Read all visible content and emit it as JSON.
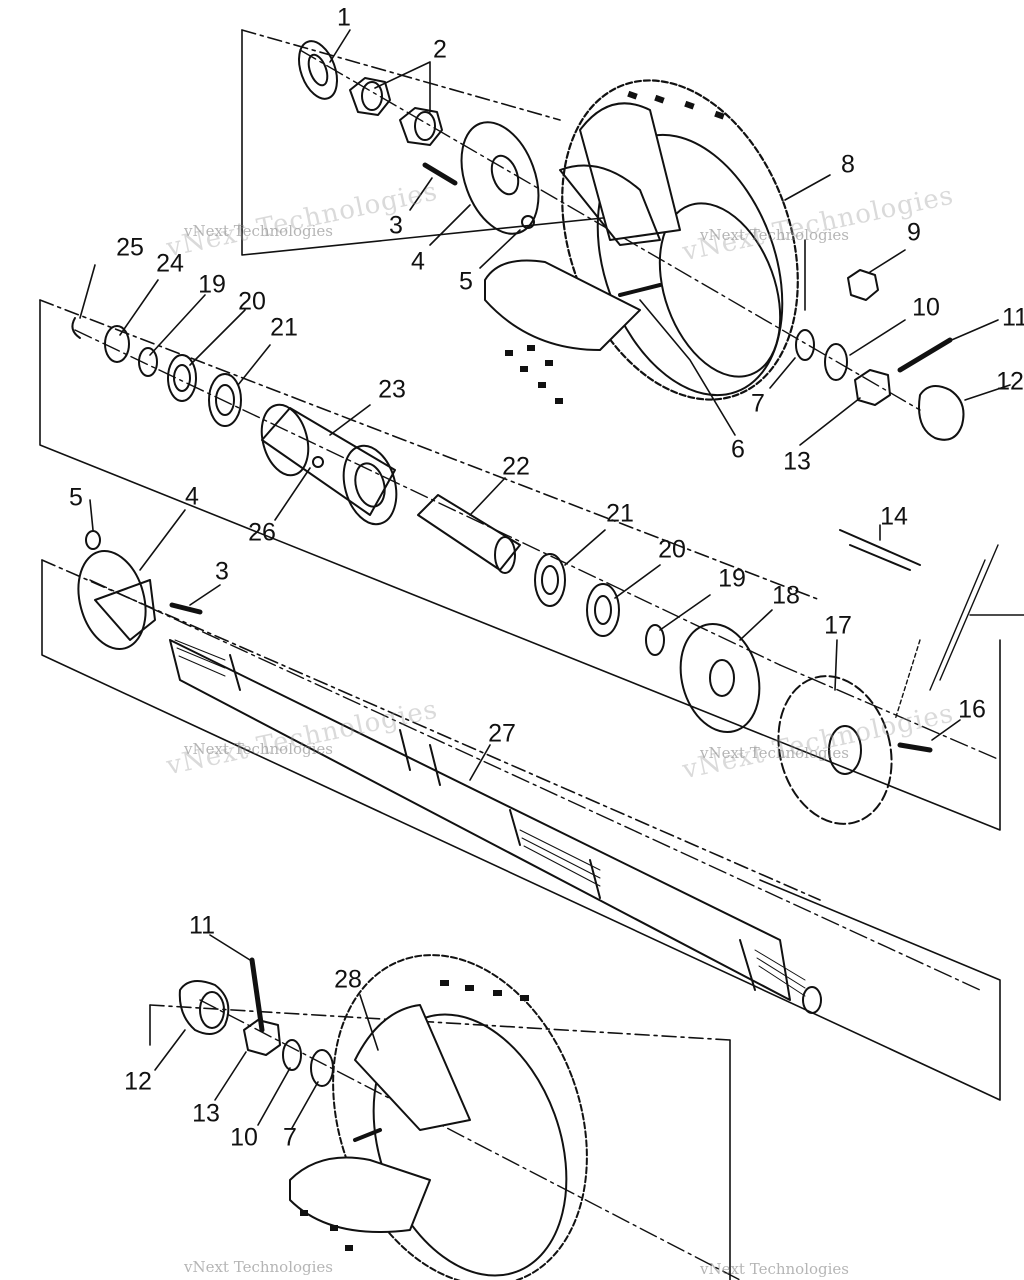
{
  "diagram": {
    "callouts": [
      {
        "id": "c1",
        "text": "1"
      },
      {
        "id": "c2",
        "text": "2"
      },
      {
        "id": "c3a",
        "text": "3"
      },
      {
        "id": "c4a",
        "text": "4"
      },
      {
        "id": "c5a",
        "text": "5"
      },
      {
        "id": "c6",
        "text": "6"
      },
      {
        "id": "c7a",
        "text": "7"
      },
      {
        "id": "c8",
        "text": "8"
      },
      {
        "id": "c9",
        "text": "9"
      },
      {
        "id": "c10a",
        "text": "10"
      },
      {
        "id": "c11a",
        "text": "11"
      },
      {
        "id": "c12a",
        "text": "12"
      },
      {
        "id": "c13a",
        "text": "13"
      },
      {
        "id": "c25",
        "text": "25"
      },
      {
        "id": "c24",
        "text": "24"
      },
      {
        "id": "c19a",
        "text": "19"
      },
      {
        "id": "c20a",
        "text": "20"
      },
      {
        "id": "c21a",
        "text": "21"
      },
      {
        "id": "c23",
        "text": "23"
      },
      {
        "id": "c26",
        "text": "26"
      },
      {
        "id": "c22",
        "text": "22"
      },
      {
        "id": "c21b",
        "text": "21"
      },
      {
        "id": "c20b",
        "text": "20"
      },
      {
        "id": "c19b",
        "text": "19"
      },
      {
        "id": "c18",
        "text": "18"
      },
      {
        "id": "c17",
        "text": "17"
      },
      {
        "id": "c14",
        "text": "14"
      },
      {
        "id": "c16",
        "text": "16"
      },
      {
        "id": "c5b",
        "text": "5"
      },
      {
        "id": "c4b",
        "text": "4"
      },
      {
        "id": "c3b",
        "text": "3"
      },
      {
        "id": "c27",
        "text": "27"
      },
      {
        "id": "c11b",
        "text": "11"
      },
      {
        "id": "c28",
        "text": "28"
      },
      {
        "id": "c12b",
        "text": "12"
      },
      {
        "id": "c13b",
        "text": "13"
      },
      {
        "id": "c10b",
        "text": "10"
      },
      {
        "id": "c7b",
        "text": "7"
      }
    ],
    "watermark": {
      "line1": "vNext Technologies",
      "line2": "vNext Technologies"
    }
  }
}
